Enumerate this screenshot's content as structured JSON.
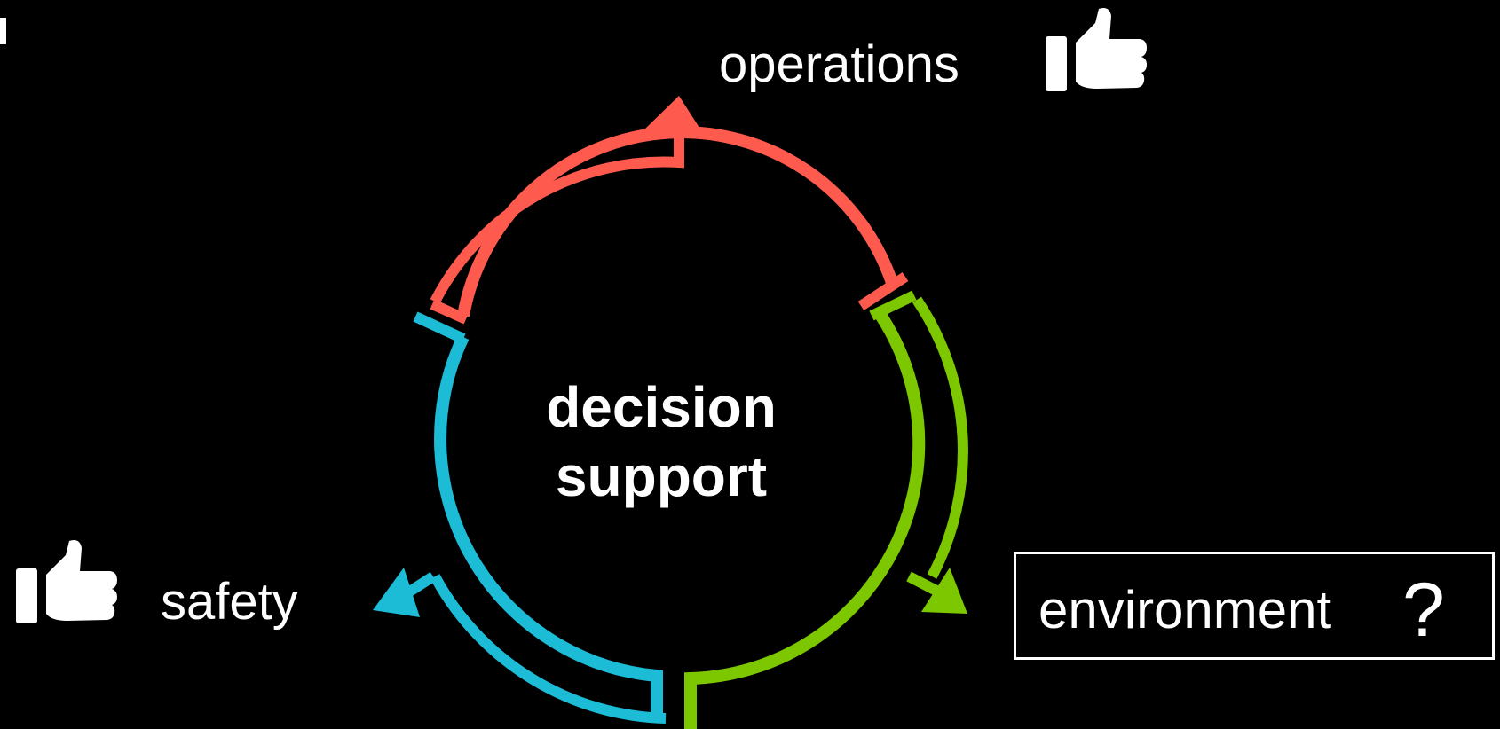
{
  "center_label": {
    "line1": "decision",
    "line2": "support"
  },
  "segments": [
    {
      "id": "operations",
      "label": "operations",
      "color": "#ff5a4e",
      "indicator": "thumbs-up-icon"
    },
    {
      "id": "environment",
      "label": "environment",
      "color": "#7cc700",
      "indicator": "question-mark",
      "indicator_text": "?"
    },
    {
      "id": "safety",
      "label": "safety",
      "color": "#1cbcd6",
      "indicator": "thumbs-up-icon"
    }
  ],
  "colors": {
    "background": "#000000",
    "text": "#ffffff",
    "operations": "#ff5a4e",
    "environment": "#7cc700",
    "safety": "#1cbcd6"
  }
}
